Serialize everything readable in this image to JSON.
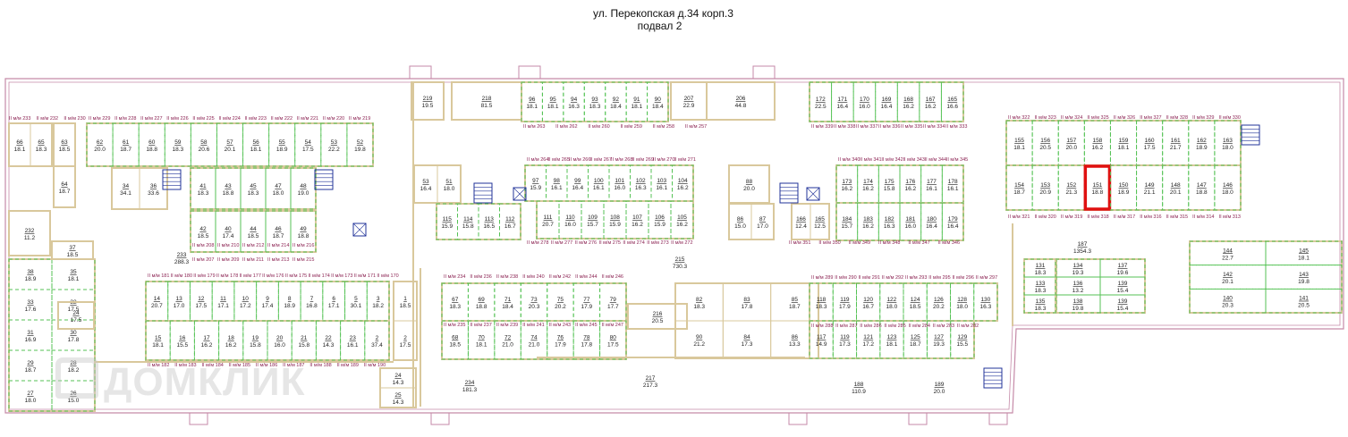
{
  "title_line1": "ул. Перекопская д.34 корп.3",
  "title_line2": "подвал 2",
  "watermark": "ДОМКЛИК",
  "highlighted_room": "151",
  "colors": {
    "outline": "#c58aa8",
    "wall": "#d9c89c",
    "parking_divider": "#55c255",
    "highlight": "#e01010",
    "parking_label": "#8b2252"
  },
  "groups": [
    {
      "id": "tl",
      "rooms": [
        [
          "62",
          "20.0"
        ],
        [
          "61",
          "18.7"
        ],
        [
          "60",
          "18.8"
        ],
        [
          "59",
          "18.3"
        ],
        [
          "58",
          "20.6"
        ],
        [
          "57",
          "20.1"
        ],
        [
          "56",
          "18.1"
        ],
        [
          "55",
          "18.9"
        ],
        [
          "54",
          "17.5"
        ],
        [
          "53",
          "22.2"
        ],
        [
          "52",
          "19.8"
        ]
      ]
    },
    {
      "id": "lc",
      "rooms": [
        [
          "66",
          "18.1"
        ],
        [
          "65",
          "18.3"
        ]
      ]
    },
    {
      "id": "l63",
      "rooms": [
        [
          "63",
          "18.5"
        ]
      ]
    },
    {
      "id": "l64",
      "rooms": [
        [
          "64",
          "18.7"
        ]
      ]
    },
    {
      "id": "l3436",
      "rooms": [
        [
          "34",
          "34.1"
        ],
        [
          "36",
          "33.6"
        ]
      ]
    },
    {
      "id": "ml1",
      "rooms": [
        [
          "41",
          "18.3"
        ],
        [
          "43",
          "18.8"
        ],
        [
          "45",
          "18.3"
        ],
        [
          "47",
          "18.0"
        ],
        [
          "48",
          "19.0"
        ]
      ]
    },
    {
      "id": "ml2",
      "rooms": [
        [
          "42",
          "18.5"
        ],
        [
          "40",
          "17.4"
        ],
        [
          "44",
          "18.5"
        ],
        [
          "46",
          "18.7"
        ],
        [
          "49",
          "18.8"
        ]
      ]
    },
    {
      "id": "l232",
      "rooms": [
        [
          "232",
          "11.2"
        ]
      ]
    },
    {
      "id": "tm219",
      "rooms": [
        [
          "219",
          "19.5"
        ]
      ]
    },
    {
      "id": "tm218",
      "rooms": [
        [
          "218",
          "81.5"
        ]
      ]
    },
    {
      "id": "tm",
      "rooms": [
        [
          "96",
          "18.1"
        ],
        [
          "95",
          "18.1"
        ],
        [
          "94",
          "16.3"
        ],
        [
          "93",
          "18.3"
        ],
        [
          "92",
          "18.4"
        ],
        [
          "91",
          "18.1"
        ],
        [
          "90",
          "18.4"
        ]
      ]
    },
    {
      "id": "tm207",
      "rooms": [
        [
          "207",
          "22.9"
        ]
      ]
    },
    {
      "id": "tm206",
      "rooms": [
        [
          "206",
          "44.8"
        ]
      ]
    },
    {
      "id": "tr",
      "rooms": [
        [
          "172",
          "22.5"
        ],
        [
          "171",
          "16.4"
        ],
        [
          "170",
          "16.0"
        ],
        [
          "169",
          "16.4"
        ],
        [
          "168",
          "16.2"
        ],
        [
          "167",
          "16.2"
        ],
        [
          "165",
          "16.6"
        ]
      ]
    },
    {
      "id": "m5351",
      "rooms": [
        [
          "53",
          "16.4"
        ],
        [
          "51",
          "18.0"
        ]
      ]
    },
    {
      "id": "m115",
      "rooms": [
        [
          "115",
          "15.9"
        ],
        [
          "114",
          "15.8"
        ],
        [
          "113",
          "16.5"
        ],
        [
          "112",
          "16.7"
        ]
      ]
    },
    {
      "id": "mA",
      "rooms": [
        [
          "97",
          "15.9"
        ],
        [
          "98",
          "16.1"
        ],
        [
          "99",
          "16.4"
        ],
        [
          "100",
          "16.1"
        ],
        [
          "101",
          "16.0"
        ],
        [
          "102",
          "16.3"
        ],
        [
          "103",
          "16.1"
        ],
        [
          "104",
          "16.2"
        ]
      ]
    },
    {
      "id": "mB",
      "rooms": [
        [
          "111",
          "20.7"
        ],
        [
          "110",
          "16.0"
        ],
        [
          "109",
          "15.7"
        ],
        [
          "108",
          "15.9"
        ],
        [
          "107",
          "16.2"
        ],
        [
          "106",
          "15.9"
        ],
        [
          "105",
          "16.2"
        ]
      ]
    },
    {
      "id": "m88",
      "rooms": [
        [
          "88",
          "20.0"
        ]
      ]
    },
    {
      "id": "m86",
      "rooms": [
        [
          "86",
          "15.0"
        ],
        [
          "87",
          "17.0"
        ]
      ]
    },
    {
      "id": "m166",
      "rooms": [
        [
          "166",
          "12.4"
        ],
        [
          "165",
          "12.5"
        ]
      ]
    },
    {
      "id": "rA",
      "rooms": [
        [
          "173",
          "16.2"
        ],
        [
          "174",
          "16.2"
        ],
        [
          "175",
          "15.8"
        ],
        [
          "176",
          "16.2"
        ],
        [
          "177",
          "16.1"
        ],
        [
          "178",
          "16.1"
        ]
      ]
    },
    {
      "id": "rB",
      "rooms": [
        [
          "184",
          "15.7"
        ],
        [
          "183",
          "16.2"
        ],
        [
          "182",
          "16.3"
        ],
        [
          "181",
          "16.0"
        ],
        [
          "180",
          "16.4"
        ],
        [
          "179",
          "16.4"
        ]
      ]
    },
    {
      "id": "frA",
      "rooms": [
        [
          "155",
          "18.1"
        ],
        [
          "156",
          "20.5"
        ],
        [
          "157",
          "20.0"
        ],
        [
          "158",
          "16.2"
        ],
        [
          "159",
          "18.1"
        ],
        [
          "160",
          "17.5"
        ],
        [
          "161",
          "21.7"
        ],
        [
          "162",
          "18.9"
        ],
        [
          "163",
          "18.0"
        ]
      ]
    },
    {
      "id": "frB",
      "rooms": [
        [
          "154",
          "18.7"
        ],
        [
          "153",
          "20.9"
        ],
        [
          "152",
          "21.3"
        ],
        [
          "151",
          "18.8"
        ],
        [
          "150",
          "18.9"
        ],
        [
          "149",
          "21.1"
        ],
        [
          "148",
          "20.1"
        ],
        [
          "147",
          "18.8"
        ],
        [
          "146",
          "18.0"
        ]
      ]
    },
    {
      "id": "bl",
      "rooms": [
        [
          "38",
          "18.9"
        ],
        [
          "35",
          "18.1"
        ],
        [
          "33",
          "17.6"
        ],
        [
          "32",
          "17.5"
        ],
        [
          "31",
          "16.9"
        ],
        [
          "30",
          "17.8"
        ],
        [
          "29",
          "18.7"
        ],
        [
          "28",
          "18.2"
        ],
        [
          "27",
          "18.0"
        ],
        [
          "26",
          "15.0"
        ]
      ]
    },
    {
      "id": "bl37",
      "rooms": [
        [
          "37",
          "18.5"
        ]
      ]
    },
    {
      "id": "bl24",
      "rooms": [
        [
          "24",
          "17.5"
        ]
      ]
    },
    {
      "id": "bpA",
      "rooms": [
        [
          "14",
          "20.7"
        ],
        [
          "13",
          "17.0"
        ],
        [
          "12",
          "17.5"
        ],
        [
          "11",
          "17.1"
        ],
        [
          "10",
          "17.2"
        ],
        [
          "9",
          "17.4"
        ],
        [
          "8",
          "18.9"
        ],
        [
          "7",
          "16.8"
        ],
        [
          "6",
          "17.1"
        ],
        [
          "5",
          "30.1"
        ],
        [
          "3",
          "18.2"
        ]
      ]
    },
    {
      "id": "bpB",
      "rooms": [
        [
          "15",
          "18.1"
        ],
        [
          "16",
          "15.5"
        ],
        [
          "17",
          "16.2"
        ],
        [
          "18",
          "16.2"
        ],
        [
          "19",
          "15.8"
        ],
        [
          "20",
          "16.0"
        ],
        [
          "21",
          "15.8"
        ],
        [
          "22",
          "14.3"
        ],
        [
          "23",
          "16.1"
        ],
        [
          "2",
          "37.4"
        ]
      ]
    },
    {
      "id": "bp1",
      "rooms": [
        [
          "1",
          "18.5"
        ],
        [
          "2",
          "17.5"
        ]
      ]
    },
    {
      "id": "bp24",
      "rooms": [
        [
          "24",
          "14.3"
        ],
        [
          "25",
          "14.3"
        ]
      ]
    },
    {
      "id": "bmA",
      "rooms": [
        [
          "67",
          "18.3"
        ],
        [
          "69",
          "18.8"
        ],
        [
          "71",
          "18.4"
        ],
        [
          "73",
          "20.3"
        ],
        [
          "75",
          "20.2"
        ],
        [
          "77",
          "17.9"
        ],
        [
          "79",
          "17.7"
        ]
      ]
    },
    {
      "id": "bmB",
      "rooms": [
        [
          "68",
          "18.5"
        ],
        [
          "70",
          "18.1"
        ],
        [
          "72",
          "21.0"
        ],
        [
          "74",
          "21.0"
        ],
        [
          "76",
          "17.9"
        ],
        [
          "78",
          "17.8"
        ],
        [
          "80",
          "17.5"
        ]
      ]
    },
    {
      "id": "bm216",
      "rooms": [
        [
          "216",
          "20.5"
        ]
      ]
    },
    {
      "id": "bmR",
      "rooms": [
        [
          "82",
          "18.3"
        ],
        [
          "83",
          "17.8"
        ],
        [
          "85",
          "18.7"
        ],
        [
          "90",
          "21.2"
        ],
        [
          "84",
          "17.3"
        ],
        [
          "86",
          "13.3"
        ]
      ]
    },
    {
      "id": "brA",
      "rooms": [
        [
          "118",
          "18.3"
        ],
        [
          "119",
          "17.9"
        ],
        [
          "120",
          "16.7"
        ],
        [
          "122",
          "18.0"
        ],
        [
          "124",
          "18.5"
        ],
        [
          "126",
          "20.2"
        ],
        [
          "128",
          "18.0"
        ],
        [
          "130",
          "16.3"
        ]
      ]
    },
    {
      "id": "brB",
      "rooms": [
        [
          "117",
          "14.9"
        ],
        [
          "119",
          "17.3"
        ],
        [
          "121",
          "17.2"
        ],
        [
          "123",
          "18.1"
        ],
        [
          "125",
          "18.7"
        ],
        [
          "127",
          "19.3"
        ],
        [
          "129",
          "15.5"
        ]
      ]
    },
    {
      "id": "fr131",
      "rooms": [
        [
          "131",
          "18.3"
        ],
        [
          "133",
          "18.3"
        ],
        [
          "135",
          "18.3"
        ]
      ]
    },
    {
      "id": "fr134",
      "rooms": [
        [
          "134",
          "19.3"
        ],
        [
          "137",
          "19.6"
        ],
        [
          "136",
          "13.2"
        ],
        [
          "139",
          "15.4"
        ],
        [
          "138",
          "19.8"
        ],
        [
          "139",
          "15.4"
        ]
      ]
    },
    {
      "id": "fr144",
      "rooms": [
        [
          "144",
          "22.7"
        ],
        [
          "145",
          "18.1"
        ],
        [
          "142",
          "20.1"
        ],
        [
          "143",
          "19.8"
        ],
        [
          "140",
          "20.3"
        ],
        [
          "141",
          "20.5"
        ]
      ]
    }
  ],
  "halls": [
    {
      "id": "h233",
      "num": "233",
      "area": "288.3"
    },
    {
      "id": "h215",
      "num": "215",
      "area": "730.3"
    },
    {
      "id": "h234",
      "num": "234",
      "area": "181.3"
    },
    {
      "id": "h217",
      "num": "217",
      "area": "217.3"
    },
    {
      "id": "h187",
      "num": "187",
      "area": "1354.3"
    },
    {
      "id": "h188",
      "num": "188",
      "area": "110.9"
    },
    {
      "id": "h189",
      "num": "189",
      "area": "20.0"
    }
  ],
  "parking_rows": [
    {
      "id": "p_tl",
      "labels": [
        "II м/м 229",
        "II м/м 228",
        "II м/м 227",
        "II м/м 226",
        "II м/м 225",
        "II м/м 224",
        "II м/м 223",
        "II м/м 222",
        "II м/м 221",
        "II м/м 220",
        "II м/м 219"
      ]
    },
    {
      "id": "p_lc",
      "labels": [
        "II м/м 233",
        "II м/м 232",
        "II м/м 230"
      ]
    },
    {
      "id": "p_ml",
      "labels": [
        "II м/м 208",
        "II м/м 210",
        "II м/м 212",
        "II м/м 214",
        "II м/м 216"
      ]
    },
    {
      "id": "p_ml2",
      "labels": [
        "II м/м 207",
        "II м/м 209",
        "II м/м 211",
        "II м/м 213",
        "II м/м 215"
      ]
    },
    {
      "id": "p_tm",
      "labels": [
        "II м/м 263",
        "II м/м 262",
        "II м/м 260",
        "II м/м 259",
        "II м/м 258",
        "II м/м 257"
      ]
    },
    {
      "id": "p_mA",
      "labels": [
        "II м/м 264",
        "II м/м 265",
        "II м/м 266",
        "II м/м 267",
        "II м/м 268",
        "II м/м 269",
        "II м/м 270",
        "II м/м 271"
      ]
    },
    {
      "id": "p_mB",
      "labels": [
        "II м/м 278",
        "II м/м 277",
        "II м/м 276",
        "II м/м 275",
        "II м/м 274",
        "II м/м 273",
        "II м/м 272"
      ]
    },
    {
      "id": "p_tr",
      "labels": [
        "II м/м 339",
        "II м/м 338",
        "II м/м 337",
        "II м/м 336",
        "II м/м 335",
        "II м/м 334",
        "II м/м 333"
      ]
    },
    {
      "id": "p_rA",
      "labels": [
        "II м/м 340",
        "II м/м 341",
        "II м/м 342",
        "II м/м 343",
        "II м/м 344",
        "II м/м 345"
      ]
    },
    {
      "id": "p_rB",
      "labels": [
        "II м/м 351",
        "II м/м 350",
        "II м/м 349",
        "II м/м 348",
        "II м/м 347",
        "II м/м 346"
      ]
    },
    {
      "id": "p_frA",
      "labels": [
        "II м/м 322",
        "II м/м 323",
        "II м/м 324",
        "II м/м 325",
        "II м/м 326",
        "II м/м 327",
        "II м/м 328",
        "II м/м 329",
        "II м/м 330"
      ]
    },
    {
      "id": "p_frB",
      "labels": [
        "II м/м 321",
        "II м/м 320",
        "II м/м 319",
        "II м/м 318",
        "II м/м 317",
        "II м/м 316",
        "II м/м 315",
        "II м/м 314",
        "II м/м 313"
      ]
    },
    {
      "id": "p_bpA",
      "labels": [
        "II м/м 181",
        "II м/м 180",
        "II м/м 179",
        "II м/м 178",
        "II м/м 177",
        "II м/м 176",
        "II м/м 175",
        "II м/м 174",
        "II м/м 173",
        "II м/м 171",
        "II м/м 170"
      ]
    },
    {
      "id": "p_bpB",
      "labels": [
        "II м/м 182",
        "II м/м 183",
        "II м/м 184",
        "II м/м 185",
        "II м/м 186",
        "II м/м 187",
        "II м/м 188",
        "II м/м 189",
        "II м/м 190"
      ]
    },
    {
      "id": "p_bmA",
      "labels": [
        "II м/м 234",
        "II м/м 236",
        "II м/м 238",
        "II м/м 240",
        "II м/м 242",
        "II м/м 244",
        "II м/м 246"
      ]
    },
    {
      "id": "p_bmB",
      "labels": [
        "II м/м 235",
        "II м/м 237",
        "II м/м 239",
        "II м/м 241",
        "II м/м 243",
        "II м/м 245",
        "II м/м 247"
      ]
    },
    {
      "id": "p_brA",
      "labels": [
        "II м/м 289",
        "II м/м 290",
        "II м/м 291",
        "II м/м 292",
        "II м/м 293",
        "II м/м 295",
        "II м/м 296",
        "II м/м 297"
      ]
    },
    {
      "id": "p_brB",
      "labels": [
        "II м/м 288",
        "II м/м 287",
        "II м/м 286",
        "II м/м 285",
        "II м/м 284",
        "II м/м 283",
        "II м/м 282"
      ]
    }
  ]
}
